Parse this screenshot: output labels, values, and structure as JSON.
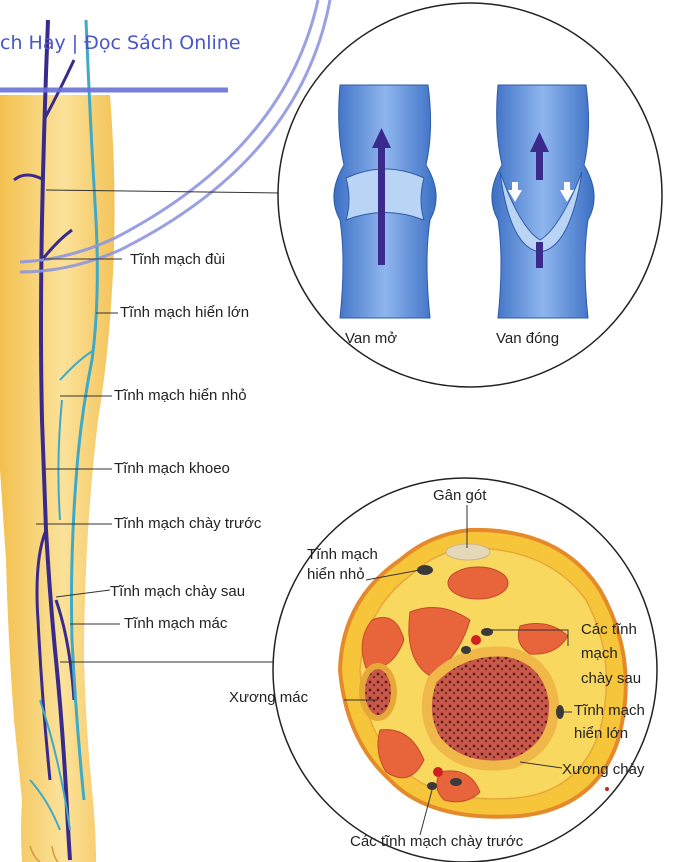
{
  "watermark": {
    "text": "ch Hay | Đọc Sách Online"
  },
  "leg_labels": {
    "femoral": "Tĩnh mạch đùi",
    "great_saphenous": "Tĩnh mạch hiển lớn",
    "small_saphenous": "Tĩnh mạch hiển nhỏ",
    "popliteal": "Tĩnh mạch khoeo",
    "anterior_tibial": "Tĩnh mạch chày trước",
    "posterior_tibial": "Tĩnh mạch chày sau",
    "fibular": "Tĩnh mạch mác"
  },
  "valve_labels": {
    "open": "Van mở",
    "closed": "Van đóng"
  },
  "section_labels": {
    "achilles": "Gân gót",
    "small_saphenous_l1": "Tĩnh mạch",
    "small_saphenous_l2": "hiển nhỏ",
    "posterior_tibial_l1": "Các tĩnh",
    "posterior_tibial_l2": "mạch",
    "posterior_tibial_l3": "chày sau",
    "great_saphenous_l1": "Tĩnh mạch",
    "great_saphenous_l2": "hiển lớn",
    "fibula": "Xương mác",
    "tibia": "Xương chày",
    "anterior_tibial": "Các tĩnh mạch chày trước"
  },
  "colors": {
    "skin": "#f7cf6b",
    "vein_deep": "#3a2a8c",
    "vein_superficial": "#3fa9c8",
    "vessel": "#4e86d6",
    "muscle": "#e8643a",
    "fat": "#f6c53a",
    "watermark": "#4a56c8"
  }
}
